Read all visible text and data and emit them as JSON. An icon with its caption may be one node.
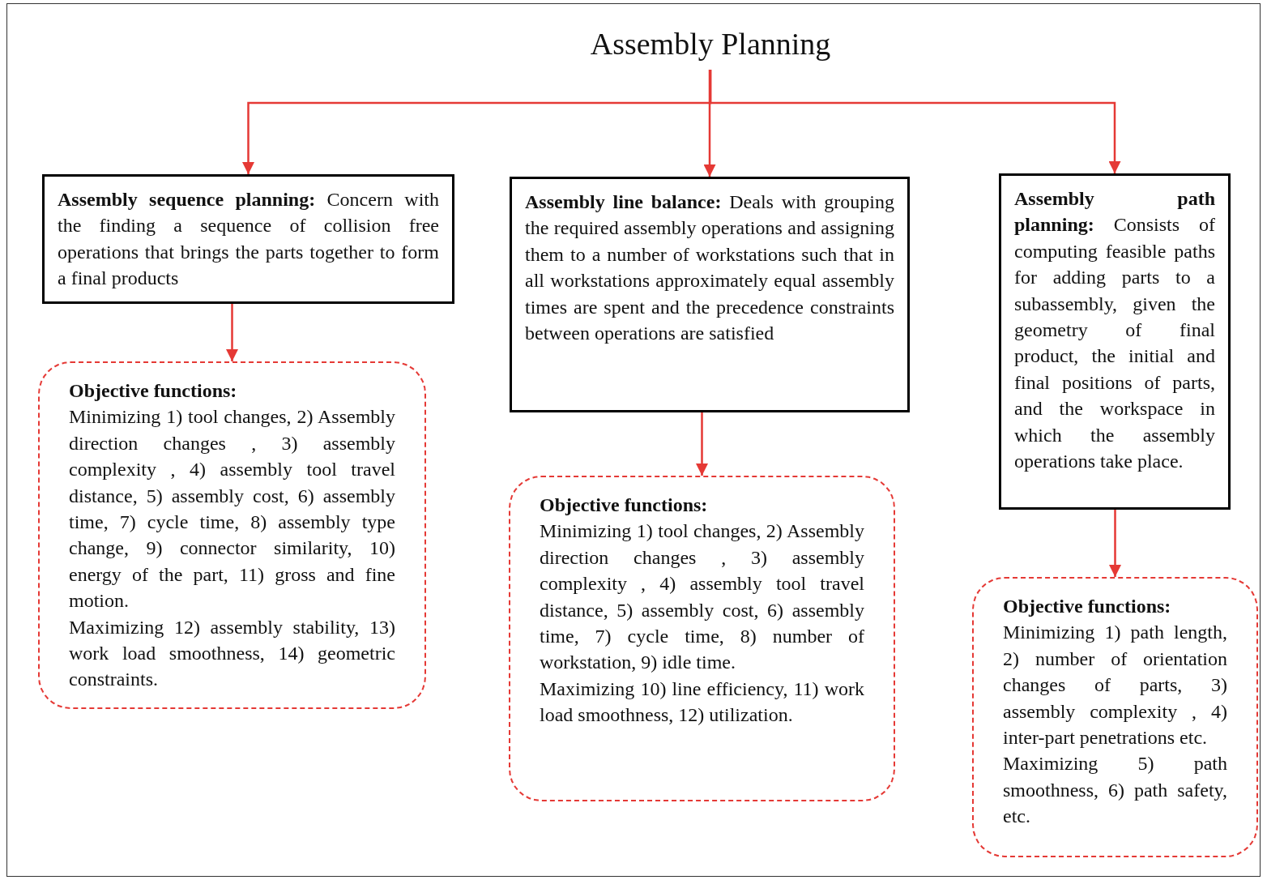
{
  "diagram": {
    "nodes": [
      {
        "text": [
          "Assembly Planning"
        ]
      },
      {
        "text": [
          "**Assembly sequence planning:** Concern with the finding a sequence of collision free operations that brings the parts together to form a final products"
        ]
      },
      {
        "text": [
          "**Assembly line balance:** Deals with grouping the required assembly operations and assigning them to a number of workstations such that in all workstations approximately equal assembly times are spent and the precedence constraints between operations are satisfied"
        ]
      },
      {
        "text": [
          "**Assembly path planning:** Consists of computing feasible paths for adding parts to a subassembly, given the geometry of final product, the initial and final positions of parts, and the workspace in which the assembly operations take place."
        ]
      },
      {
        "text": [
          "Objective functions:",
          "Minimizing 1) tool changes, 2) Assembly direction changes , 3) assembly complexity , 4) assembly tool travel distance, 5) assembly cost, 6) assembly time, 7) cycle time, 8) assembly type change, 9) connector similarity, 10) energy of the part, 11) gross and fine motion.",
          "Maximizing 12) assembly stability, 13) work load smoothness, 14) geometric constraints."
        ]
      },
      {
        "text": [
          "Objective functions:",
          "Minimizing 1) tool changes, 2) Assembly direction changes , 3) assembly complexity , 4) assembly tool travel distance, 5) assembly cost, 6) assembly time, 7) cycle time, 8) number of workstation, 9) idle time.",
          "Maximizing 10) line efficiency, 11) work load smoothness, 12) utilization."
        ]
      },
      {
        "text": [
          "Objective functions:",
          "Minimizing 1) path length, 2) number of orientation changes of parts, 3) assembly complexity , 4) inter-part penetrations etc.",
          "Maximizing 5) path smoothness, 6) path safety, etc."
        ]
      }
    ],
    "edges": [
      {
        "from": 0,
        "to": 1,
        "arrow": "to"
      },
      {
        "from": 0,
        "to": 2,
        "arrow": "to"
      },
      {
        "from": 0,
        "to": 3,
        "arrow": "to"
      },
      {
        "from": 1,
        "to": 4,
        "arrow": "to"
      },
      {
        "from": 2,
        "to": 5,
        "arrow": "to"
      },
      {
        "from": 3,
        "to": 6,
        "arrow": "to"
      }
    ]
  }
}
